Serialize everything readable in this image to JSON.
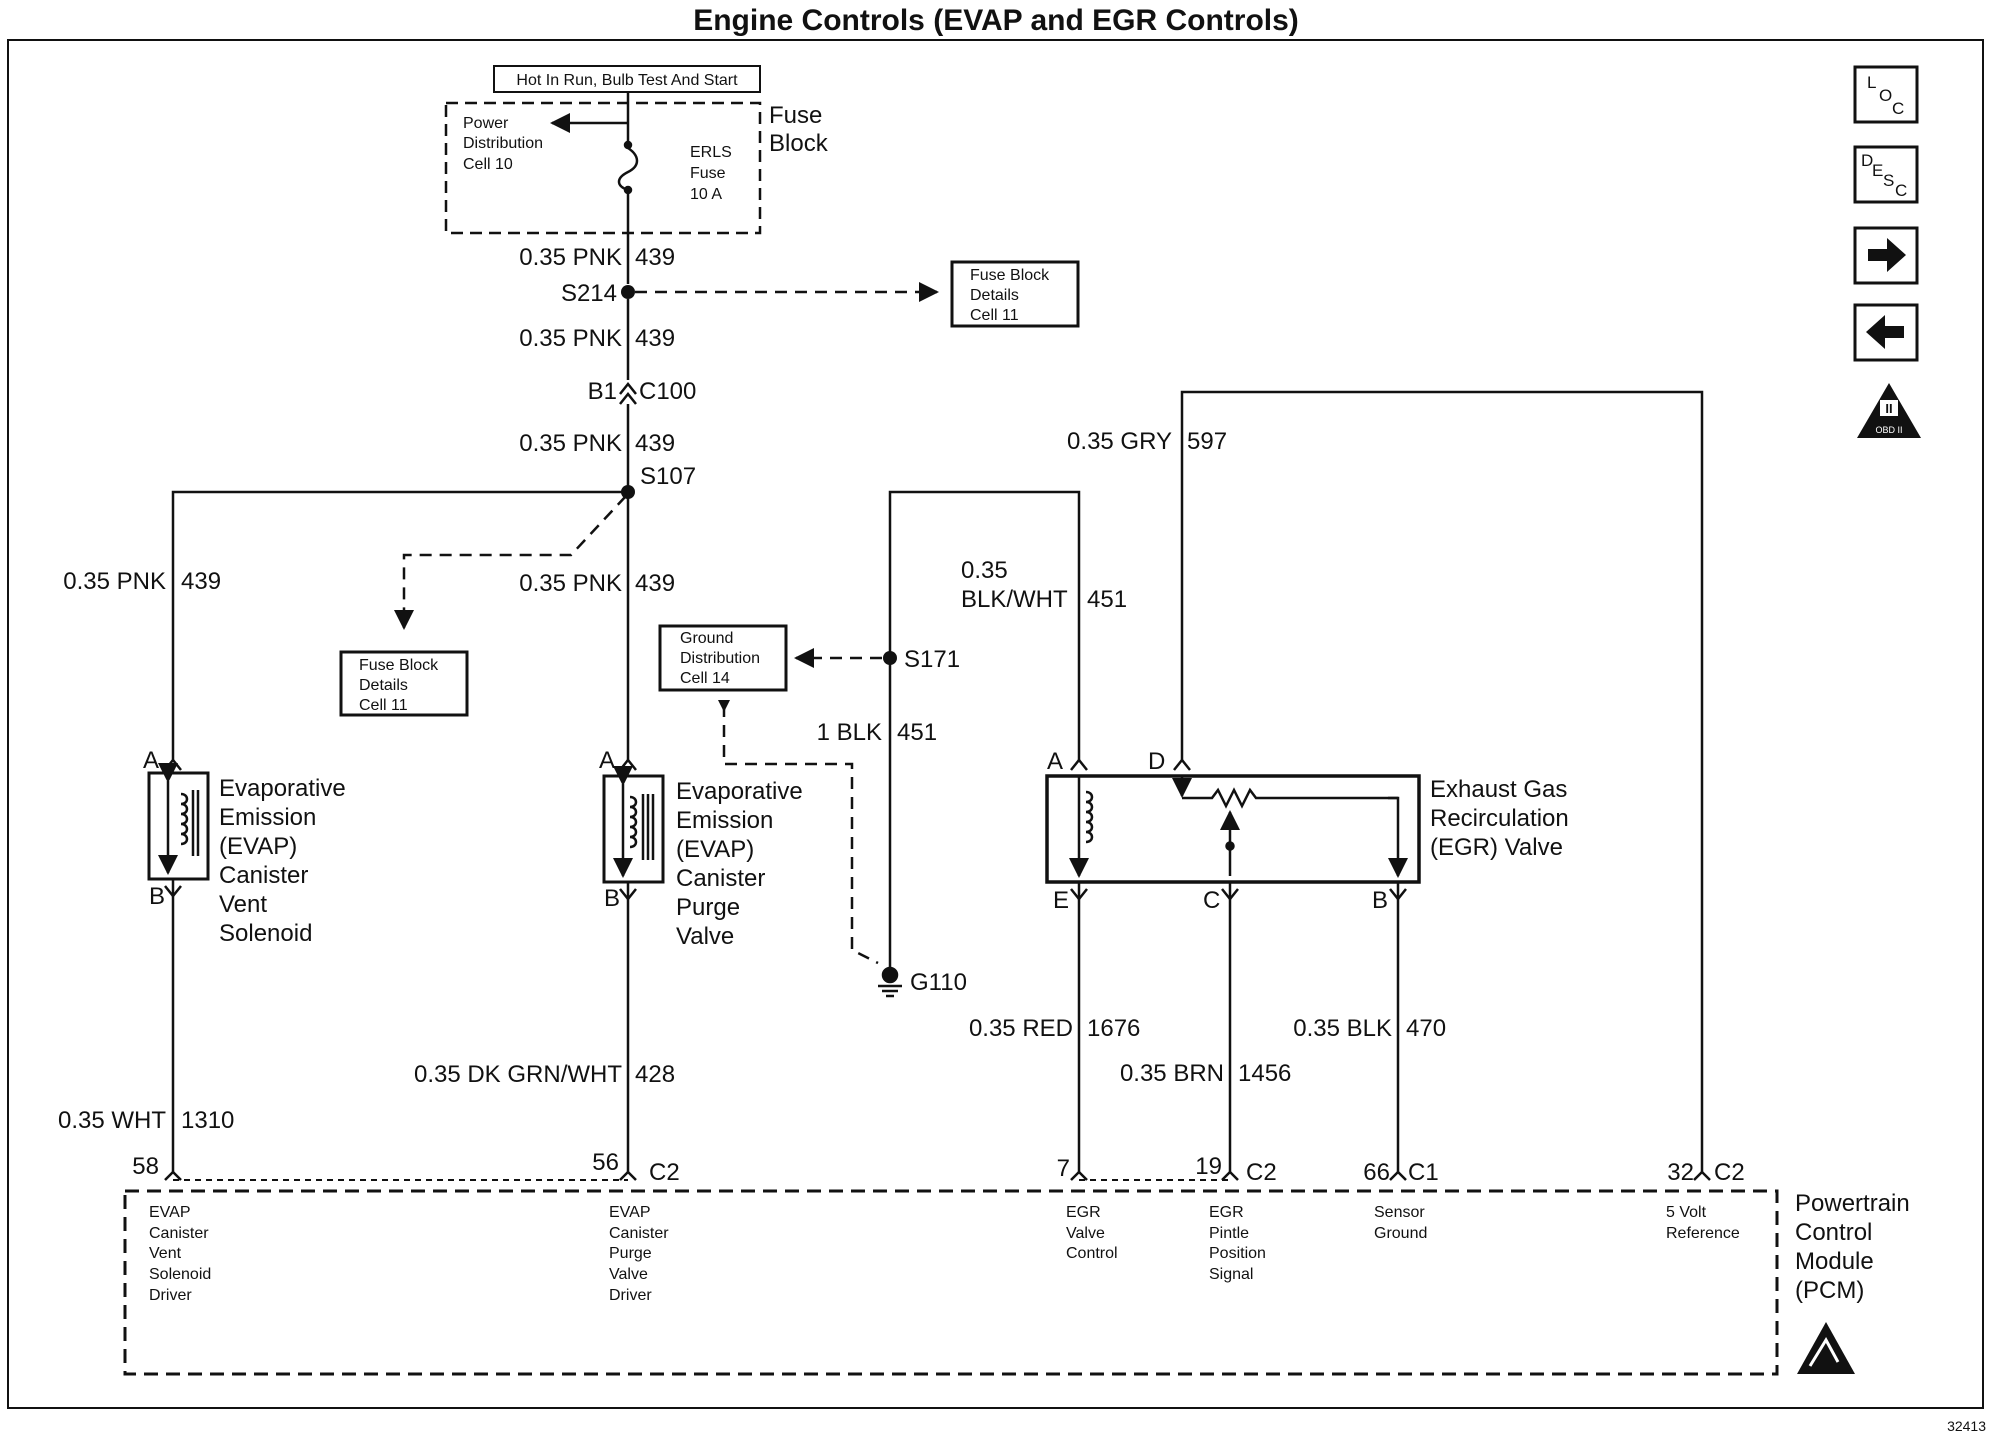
{
  "title": "Engine Controls (EVAP and EGR Controls)",
  "figure_number": "32413",
  "power_source": "Hot In Run, Bulb Test And Start",
  "fuse_block": {
    "label_line1": "Fuse",
    "label_line2": "Block",
    "pdc_line1": "Power",
    "pdc_line2": "Distribution",
    "pdc_line3": "Cell 10",
    "fuse_line1": "ERLS",
    "fuse_line2": "Fuse",
    "fuse_line3": "10 A"
  },
  "fuse_details_ref": {
    "line1": "Fuse Block",
    "line2": "Details",
    "line3": "Cell 11"
  },
  "ground_dist_ref": {
    "line1": "Ground",
    "line2": "Distribution",
    "line3": "Cell 14"
  },
  "splices": {
    "s214": "S214",
    "s107": "S107",
    "s171": "S171",
    "g110": "G110"
  },
  "connector_c100": {
    "pin": "B1",
    "name": "C100"
  },
  "wires": {
    "pnk_size": "0.35 PNK",
    "pnk_circuit": "439",
    "gry_size": "0.35 GRY",
    "gry_circuit": "597",
    "blkwht_size_line1": "0.35",
    "blkwht_size_line2": "BLK/WHT",
    "blkwht_circuit": "451",
    "blk_size": "1 BLK",
    "blk_circuit": "451",
    "red_size": "0.35 RED",
    "red_circuit": "1676",
    "brn_size": "0.35 BRN",
    "brn_circuit": "1456",
    "blk470_size": "0.35 BLK",
    "blk470_circuit": "470",
    "dkgrn_size": "0.35 DK GRN/WHT",
    "dkgrn_circuit": "428",
    "wht_size": "0.35 WHT",
    "wht_circuit": "1310"
  },
  "vent_solenoid": {
    "pin_a": "A",
    "pin_b": "B",
    "name_lines": [
      "Evaporative",
      "Emission",
      "(EVAP)",
      "Canister",
      "Vent",
      "Solenoid"
    ]
  },
  "purge_valve": {
    "pin_a": "A",
    "pin_b": "B",
    "name_lines": [
      "Evaporative",
      "Emission",
      "(EVAP)",
      "Canister",
      "Purge",
      "Valve"
    ]
  },
  "egr_valve": {
    "pins": {
      "a": "A",
      "d": "D",
      "e": "E",
      "c": "C",
      "b": "B"
    },
    "name_lines": [
      "Exhaust Gas",
      "Recirculation",
      "(EGR) Valve"
    ]
  },
  "pcm": {
    "name_lines": [
      "Powertrain",
      "Control",
      "Module",
      "(PCM)"
    ],
    "terminals": {
      "t58": "58",
      "t56": "56",
      "c2_56": "C2",
      "t7": "7",
      "t19": "19",
      "c2_19": "C2",
      "t66": "66",
      "c1_66": "C1",
      "t32": "32",
      "c2_32": "C2"
    },
    "functions": {
      "vent": [
        "EVAP",
        "Canister",
        "Vent",
        "Solenoid",
        "Driver"
      ],
      "purge": [
        "EVAP",
        "Canister",
        "Purge",
        "Valve",
        "Driver"
      ],
      "egr_control": [
        "EGR",
        "Valve",
        "Control"
      ],
      "egr_pintle": [
        "EGR",
        "Pintle",
        "Position",
        "Signal"
      ],
      "sensor_ground": [
        "Sensor",
        "Ground"
      ],
      "five_volt": [
        "5 Volt",
        "Reference"
      ]
    }
  },
  "nav_buttons": {
    "loc_l": "L",
    "loc_o": "O",
    "loc_c": "C",
    "desc_d": "D",
    "desc_e": "E",
    "desc_s": "S",
    "desc_c": "C",
    "obd_roman": "II",
    "obd_label": "OBD II"
  }
}
